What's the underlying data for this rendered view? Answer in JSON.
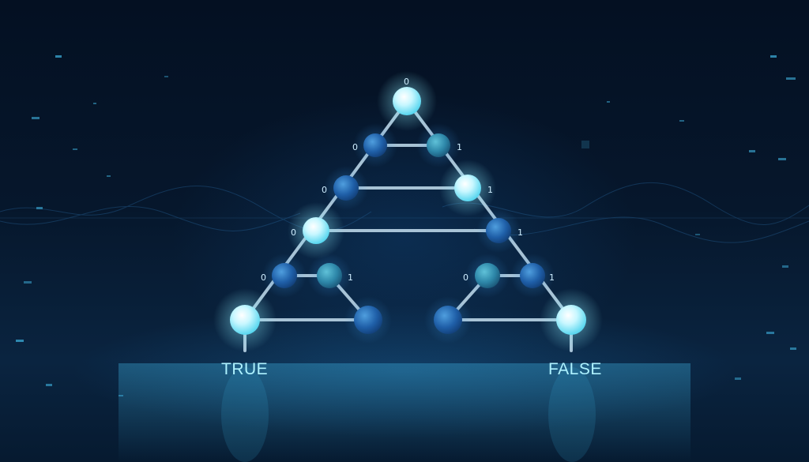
{
  "labels": {
    "true_label": "TRUE",
    "false_label": "FALSE",
    "bits": {
      "root": "0",
      "l1_left": "0",
      "l1_right": "1",
      "l2_left": "0",
      "l2_right": "1",
      "l3_left": "0",
      "l3_right": "1",
      "l4a_left": "0",
      "l4a_right": "1",
      "l4b_left": "0",
      "l4b_right": "1"
    }
  },
  "colors": {
    "bright_node": "#bff6ff",
    "dark_node": "#1f5fa8",
    "edge": "#b9d4e6",
    "label_glow": "#5fe6ff"
  }
}
